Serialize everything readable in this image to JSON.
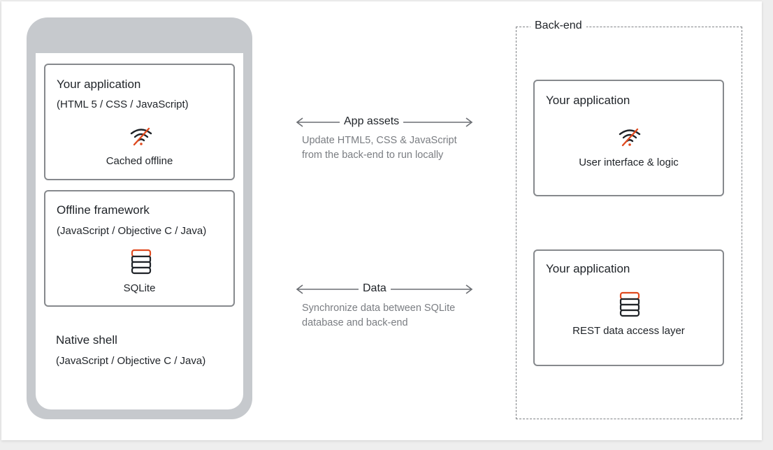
{
  "phone": {
    "app_card": {
      "title": "Your application",
      "subtitle": "(HTML 5 / CSS / JavaScript)",
      "caption": "Cached offline",
      "icon": "wifi-off-icon"
    },
    "framework_card": {
      "title": "Offline framework",
      "subtitle": "(JavaScript / Objective C / Java)",
      "caption": "SQLite",
      "icon": "database-icon"
    },
    "native_shell": {
      "title": "Native shell",
      "subtitle": "(JavaScript / Objective C / Java)"
    }
  },
  "flows": {
    "assets": {
      "label": "App assets",
      "desc_line1": "Update HTML5, CSS & JavaScript",
      "desc_line2": "from the back-end to run locally"
    },
    "data": {
      "label": "Data",
      "desc_line1": "Synchronize data between SQLite",
      "desc_line2": "database and back-end"
    }
  },
  "backend": {
    "label": "Back-end",
    "ui_card": {
      "title": "Your application",
      "caption": "User interface & logic",
      "icon": "wifi-off-icon"
    },
    "rest_card": {
      "title": "Your application",
      "caption": "REST data access layer",
      "icon": "database-icon"
    }
  },
  "colors": {
    "accent": "#e04a1f",
    "icon_dark": "#1f2328",
    "phone_frame": "#c6c9cd",
    "card_border": "#86898d",
    "muted_text": "#7a7d82"
  }
}
